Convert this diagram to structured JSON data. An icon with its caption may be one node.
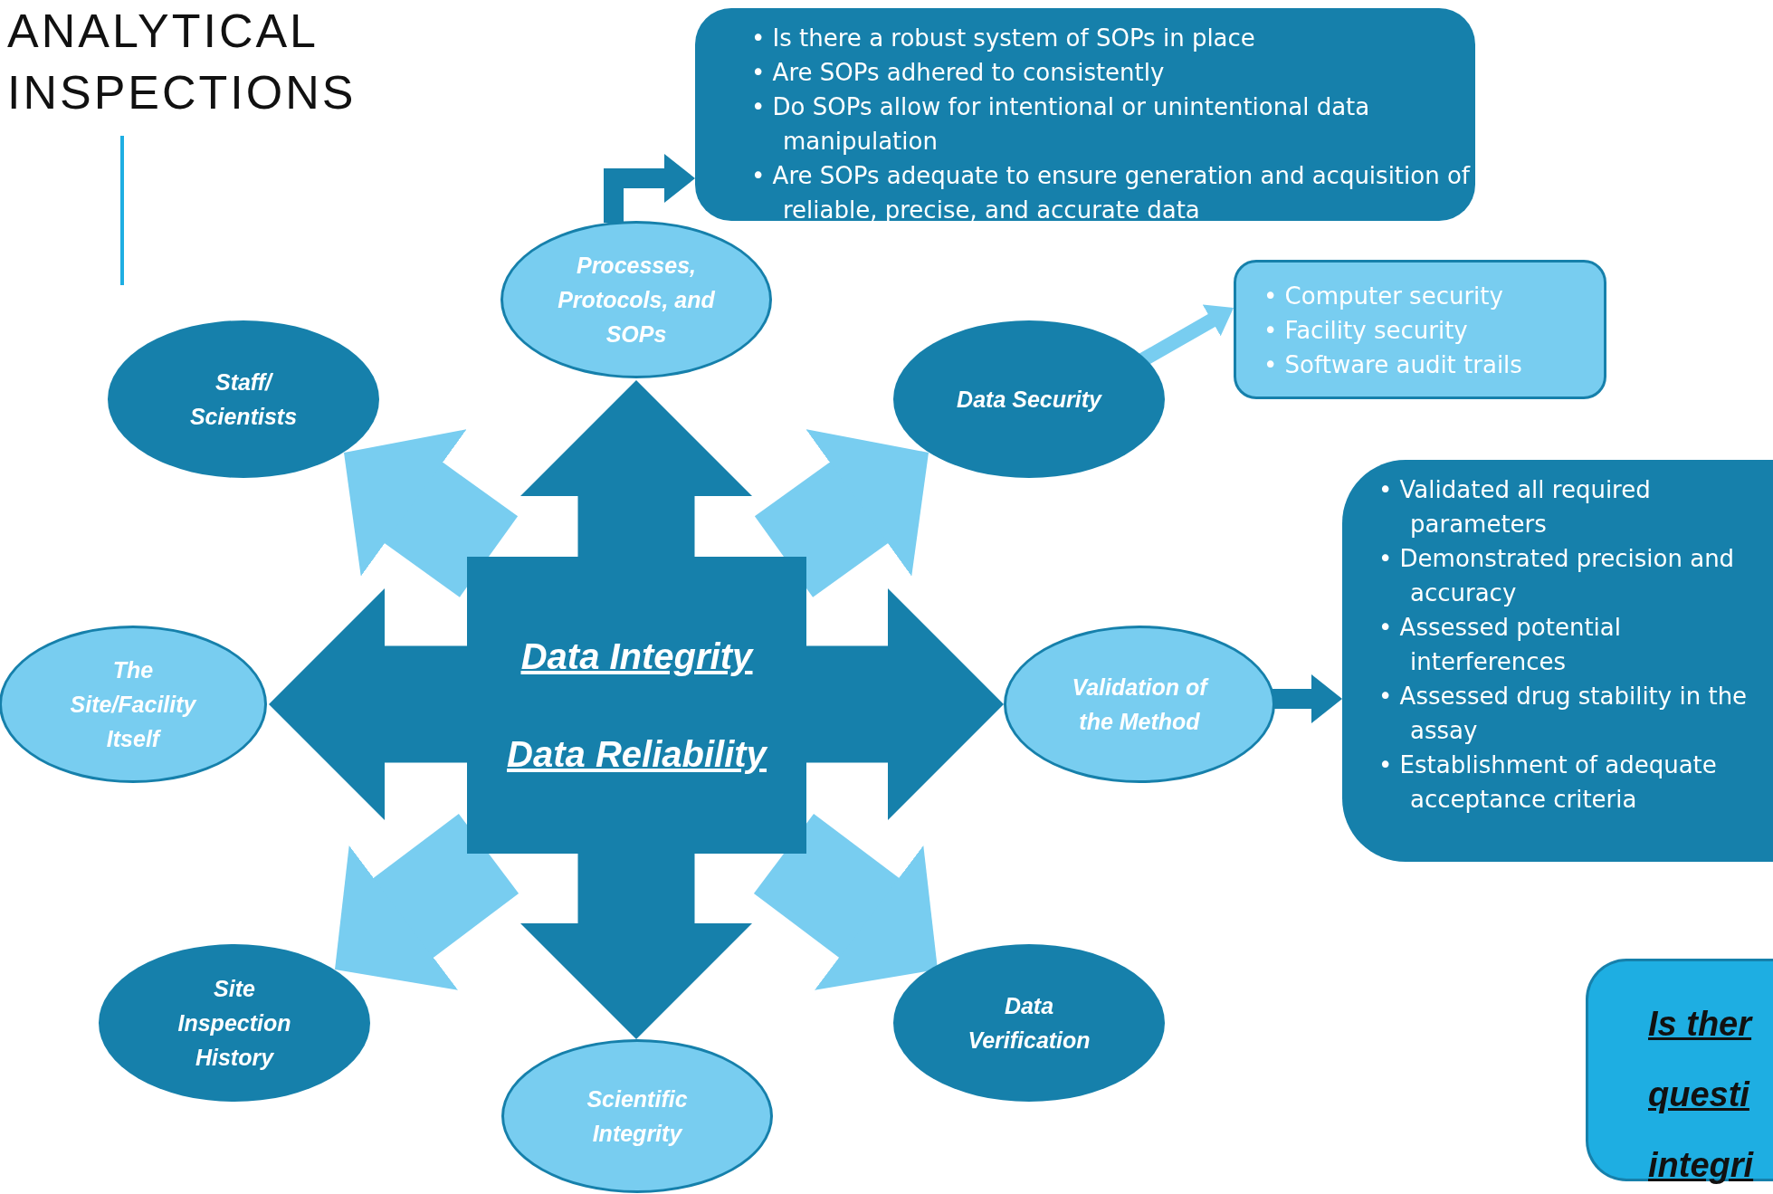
{
  "diagram": {
    "title": "ANALYTICAL INSPECTIONS",
    "nodes": [
      {
        "text": [
          "• Is there a robust system of SOPs in place",
          "• Are SOPs adhered to consistently",
          "• Do SOPs allow for intentional or unintentional data manipulation",
          "• Are SOPs adequate to ensure generation and acquisition of reliable, precise, and accurate data"
        ]
      },
      {
        "text": [
          "Processes, Protocols, and SOPs"
        ]
      },
      {
        "text": [
          "• Computer security",
          "• Facility security",
          "• Software audit trails"
        ]
      },
      {
        "text": [
          "Staff/ Scientists"
        ]
      },
      {
        "text": [
          "Data Security"
        ]
      },
      {
        "text": [
          "• Validated all required parameters",
          "• Demonstrated precision and accuracy",
          "• Assessed potential interferences",
          "• Assessed drug stability in the assay",
          "• Establishment of adequate acceptance criteria"
        ]
      },
      {
        "text": [
          "Data Integrity",
          "Data Reliability"
        ]
      },
      {
        "text": [
          "The Site/Facility Itself"
        ]
      },
      {
        "text": [
          "Validation of the Method"
        ]
      },
      {
        "text": [
          "Site Inspection History"
        ]
      },
      {
        "text": [
          "Data Verification"
        ]
      },
      {
        "text": [
          "Scientific Integrity"
        ]
      },
      {
        "text": [
          "Is ther",
          "questi",
          "integri"
        ]
      }
    ],
    "edges": [
      {
        "from": 6,
        "to": 3,
        "arrow": "to",
        "color": "#78cdf0"
      },
      {
        "from": 6,
        "to": 4,
        "arrow": "to",
        "color": "#78cdf0"
      },
      {
        "from": 6,
        "to": 9,
        "arrow": "to",
        "color": "#78cdf0"
      },
      {
        "from": 6,
        "to": 10,
        "arrow": "to",
        "color": "#78cdf0"
      },
      {
        "from": 6,
        "to": 1,
        "arrow": "to"
      },
      {
        "from": 6,
        "to": 11,
        "arrow": "to"
      },
      {
        "from": 6,
        "to": 7,
        "arrow": "to"
      },
      {
        "from": 6,
        "to": 8,
        "arrow": "to"
      },
      {
        "from": 1,
        "to": 0,
        "arrow": "to"
      },
      {
        "from": 4,
        "to": 2,
        "arrow": "to",
        "color": "#78cdf0"
      },
      {
        "from": 8,
        "to": 5,
        "arrow": "to"
      }
    ]
  }
}
